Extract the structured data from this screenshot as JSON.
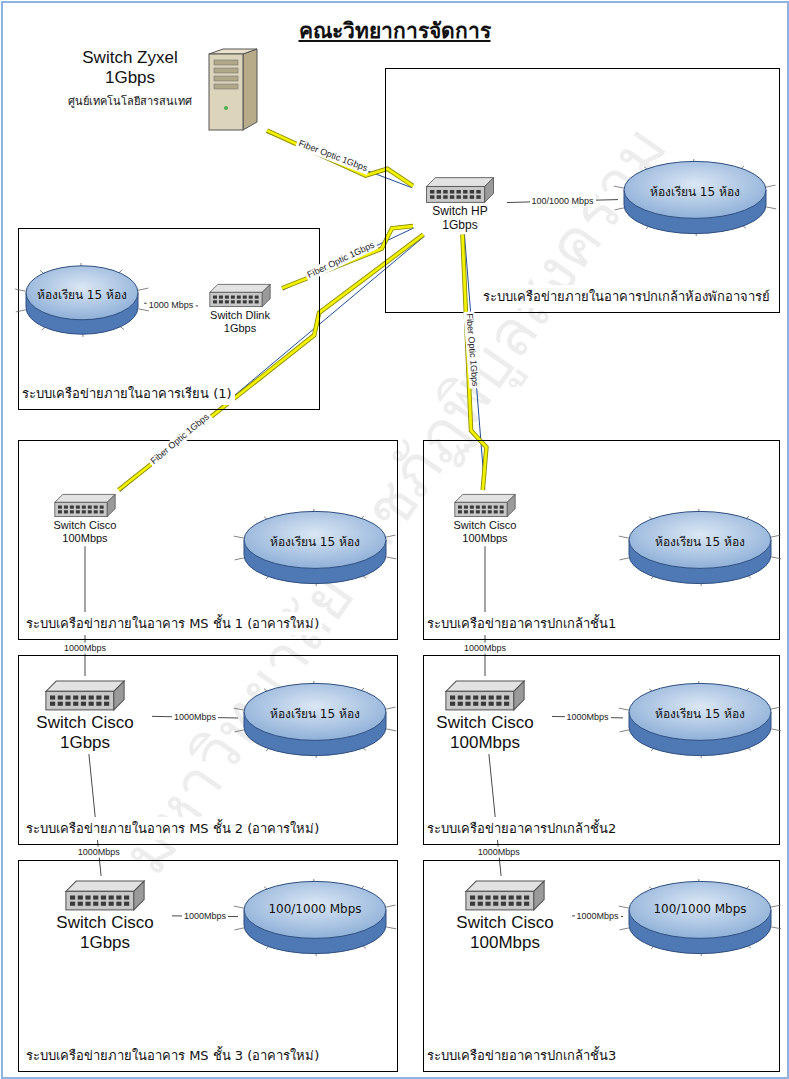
{
  "diagram": {
    "title": "คณะวิทยาการจัดการ",
    "nodes": [
      {
        "text": [
          "Switch Zyxel 1Gbps",
          "ศูนย์เทคโนโลยีสารสนเทศ"
        ]
      },
      {
        "text": [
          "ระบบเครือข่ายภายในอาคารปกเกล้าห้องพักอาจารย์"
        ]
      },
      {
        "text": [
          "Switch HP 1Gbps"
        ],
        "in": 1
      },
      {
        "text": [
          "ห้องเรียน 15 ห้อง"
        ],
        "in": 1
      },
      {
        "text": [
          "ระบบเครือข่ายภายในอาคารเรียน (1)"
        ]
      },
      {
        "text": [
          "ห้องเรียน 15 ห้อง"
        ],
        "in": 4
      },
      {
        "text": [
          "Switch Dlink 1Gbps"
        ],
        "in": 4
      },
      {
        "text": [
          "ระบบเครือข่ายภายในอาคาร MS ชั้น 1 (อาคารใหม่)"
        ]
      },
      {
        "text": [
          "Switch Cisco 100Mbps"
        ],
        "in": 7
      },
      {
        "text": [
          "ห้องเรียน 15 ห้อง"
        ],
        "in": 7
      },
      {
        "text": [
          "ระบบเครือข่ายอาคารปกเกล้าชั้น1"
        ]
      },
      {
        "text": [
          "Switch Cisco 100Mbps"
        ],
        "in": 10
      },
      {
        "text": [
          "ห้องเรียน 15 ห้อง"
        ],
        "in": 10
      },
      {
        "text": [
          "ระบบเครือข่ายภายในอาคาร MS ชั้น 2 (อาคารใหม่)"
        ]
      },
      {
        "text": [
          "Switch Cisco 1Gbps"
        ],
        "in": 13
      },
      {
        "text": [
          "ห้องเรียน 15 ห้อง"
        ],
        "in": 13
      },
      {
        "text": [
          "ระบบเครือข่ายอาคารปกเกล้าชั้น2"
        ]
      },
      {
        "text": [
          "Switch Cisco 100Mbps"
        ],
        "in": 16
      },
      {
        "text": [
          "ห้องเรียน 15 ห้อง"
        ],
        "in": 16
      },
      {
        "text": [
          "ระบบเครือข่ายภายในอาคาร MS ชั้น 3 (อาคารใหม่)"
        ]
      },
      {
        "text": [
          "Switch Cisco 1Gbps"
        ],
        "in": 19
      },
      {
        "text": [
          "100/1000 Mbps"
        ],
        "in": 19
      },
      {
        "text": [
          "ระบบเครือข่ายอาคารปกเกล้าชั้น3"
        ]
      },
      {
        "text": [
          "Switch Cisco 100Mbps"
        ],
        "in": 22
      },
      {
        "text": [
          "100/1000 Mbps"
        ],
        "in": 22
      }
    ],
    "edges": [
      {
        "from": 0,
        "to": 2,
        "label": "Fiber Optic 1Gbps",
        "arrow": "none"
      },
      {
        "from": 2,
        "to": 3,
        "label": "100/1000 Mbps",
        "arrow": "none"
      },
      {
        "from": 6,
        "to": 2,
        "label": "Fiber Optic 1Gbps",
        "arrow": "none"
      },
      {
        "from": 6,
        "to": 5,
        "label": "1000 Mbps",
        "arrow": "none"
      },
      {
        "from": 8,
        "to": 2,
        "label": "Fiber Optic 1Gbps",
        "arrow": "none"
      },
      {
        "from": 11,
        "to": 2,
        "label": "Fiber Optic 1Gbps",
        "arrow": "none"
      },
      {
        "from": 8,
        "to": 14,
        "label": "1000Mbps",
        "arrow": "none"
      },
      {
        "from": 14,
        "to": 15,
        "label": "1000Mbps",
        "arrow": "none"
      },
      {
        "from": 14,
        "to": 20,
        "label": "1000Mbps",
        "arrow": "none"
      },
      {
        "from": 20,
        "to": 21,
        "label": "1000Mbps",
        "arrow": "none"
      },
      {
        "from": 11,
        "to": 17,
        "label": "1000Mbps",
        "arrow": "none"
      },
      {
        "from": 17,
        "to": 18,
        "label": "1000Mbps",
        "arrow": "none"
      },
      {
        "from": 17,
        "to": 23,
        "label": "1000Mbps",
        "arrow": "none"
      },
      {
        "from": 23,
        "to": 24,
        "label": "1000Mbps",
        "arrow": "none"
      }
    ],
    "labels": [
      "มหาวิทยาลัยราชภัฏพิบูลสงคราม"
    ]
  }
}
